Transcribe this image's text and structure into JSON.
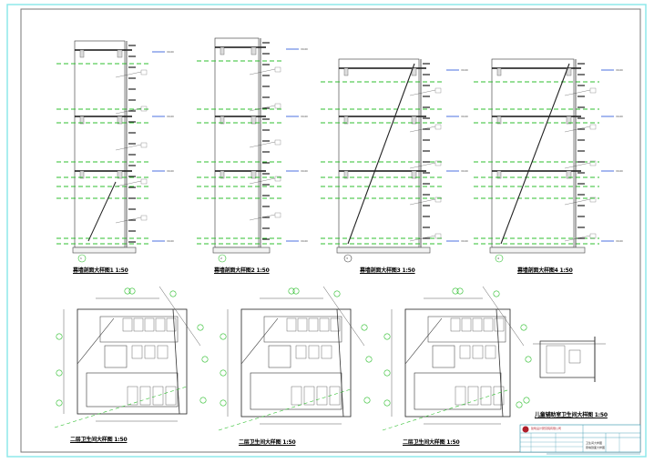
{
  "sections": [
    {
      "title": "幕墙剖面大样图1  1:50",
      "axis": "1"
    },
    {
      "title": "幕墙剖面大样图2  1:50",
      "axis": "2"
    },
    {
      "title": "幕墙剖面大样图3  1:50",
      "axis": "3"
    },
    {
      "title": "幕墙剖面大样图4  1:50",
      "axis": "4"
    }
  ],
  "plans": [
    {
      "title": "二层卫生间大样图  1:50"
    },
    {
      "title": "二层卫生间大样图  1:50"
    },
    {
      "title": "二层卫生间大样图  1:50"
    },
    {
      "title": "儿童辅助室卫生间大样图  1:50"
    }
  ],
  "title_block": {
    "company": "建筑设计研究院有限公司",
    "drawing_name": "卫生间大样图",
    "drawing_name2": "幕墙剖面大样图"
  },
  "colors": {
    "frame_outer": "#8ee8ea",
    "frame_inner": "#777777",
    "axis": "#2fbf2f",
    "level": "#1f4fd8",
    "title_block": "#2a8fa8",
    "logo": "#b01f2a"
  }
}
